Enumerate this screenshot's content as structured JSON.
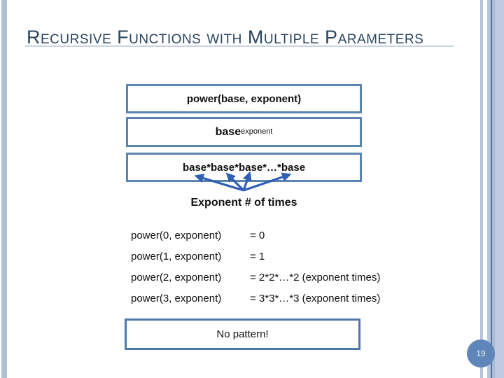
{
  "slide": {
    "title": "Recursive Functions with Multiple Parameters",
    "page_number": "19"
  },
  "diagram": {
    "box1": "power(base, exponent)",
    "box2_base": "base",
    "box2_sup": "exponent",
    "box3": "base*base*base*…*base",
    "arrows_caption": "Exponent # of times"
  },
  "cases": [
    {
      "call": "power(0, exponent)",
      "result": "= 0"
    },
    {
      "call": "power(1, exponent)",
      "result": "= 1"
    },
    {
      "call": "power(2, exponent)",
      "result": "= 2*2*…*2 (exponent times)"
    },
    {
      "call": "power(3, exponent)",
      "result": "= 3*3*…*3 (exponent times)"
    }
  ],
  "conclusion": "No pattern!",
  "colors": {
    "title_text": "#29455f",
    "box_border": "#5b84b1",
    "conclusion_border": "#4e79a8",
    "arrow_blue": "#2f5eb5",
    "edge_stripe_light": "#b6c4dc",
    "edge_stripe_dark": "#54739e",
    "page_badge": "#5e86b8",
    "title_rule": "#c9d3e2"
  }
}
